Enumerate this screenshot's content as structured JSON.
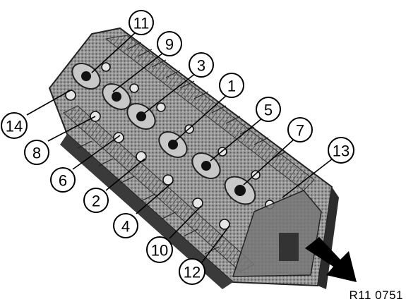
{
  "figure": {
    "reference_code": "R11 0751",
    "subject": "cylinder head with numbered bolt positions",
    "arrow_icon": "direction-arrow-icon",
    "callouts": [
      {
        "id": "c11",
        "label": "11"
      },
      {
        "id": "c9",
        "label": "9"
      },
      {
        "id": "c3",
        "label": "3"
      },
      {
        "id": "c1",
        "label": "1"
      },
      {
        "id": "c5",
        "label": "5"
      },
      {
        "id": "c7",
        "label": "7"
      },
      {
        "id": "c13",
        "label": "13"
      },
      {
        "id": "c14",
        "label": "14"
      },
      {
        "id": "c8",
        "label": "8"
      },
      {
        "id": "c6",
        "label": "6"
      },
      {
        "id": "c2",
        "label": "2"
      },
      {
        "id": "c4",
        "label": "4"
      },
      {
        "id": "c10",
        "label": "10"
      },
      {
        "id": "c12",
        "label": "12"
      }
    ]
  }
}
